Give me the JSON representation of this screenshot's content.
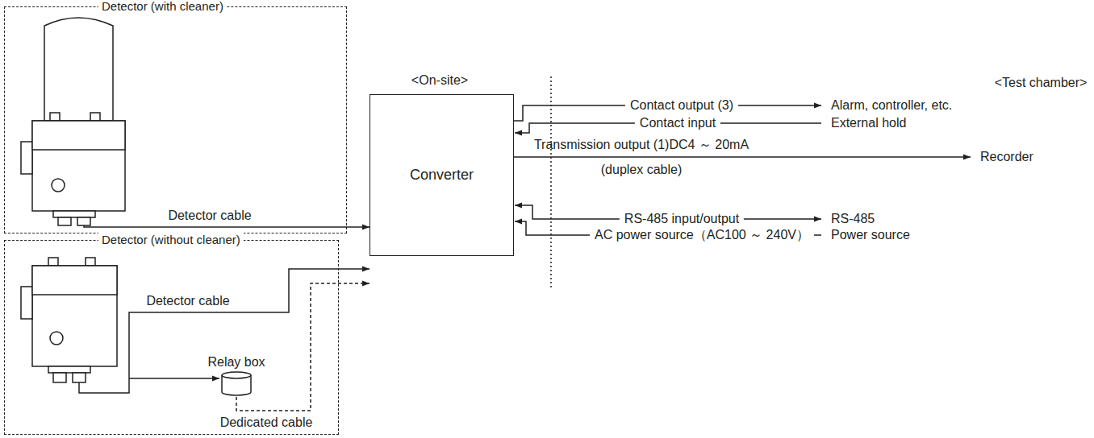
{
  "diagram": {
    "nodes": [
      {
        "text": [
          "Detector (with cleaner)"
        ]
      },
      {
        "text": [
          "Converter"
        ]
      },
      {
        "text": [
          "Detector (without cleaner)"
        ]
      },
      {
        "text": [
          "Relay box"
        ],
        "in": 2
      }
    ],
    "edges": [
      {
        "from": 0,
        "to": 1,
        "arrow": "to",
        "label": "Detector cable"
      },
      {
        "from": 2,
        "to": 1,
        "arrow": "to",
        "label": "Detector cable"
      },
      {
        "from": 3,
        "to": 1,
        "arrow": "to",
        "label": "Dedicated cable"
      }
    ],
    "labels": [
      "<On-site>",
      "<Test chamber>",
      "Contact output (3)",
      "Alarm, controller, etc.",
      "Contact input",
      "External hold",
      "Transmission output (1)DC4 ～ 20mA",
      "(duplex cable)",
      "Recorder",
      "RS-485 input/output",
      "RS-485",
      "AC power source（AC100 ～ 240V）",
      "Power source"
    ]
  }
}
